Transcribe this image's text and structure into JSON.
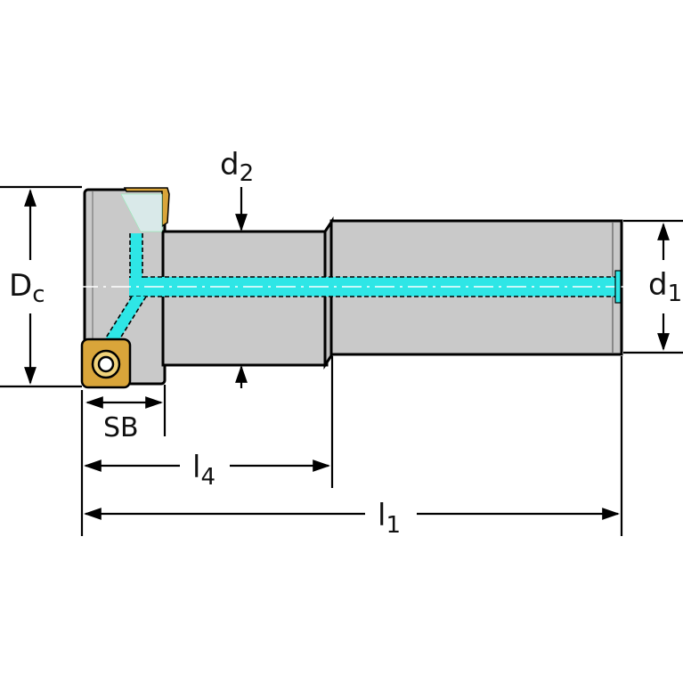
{
  "diagram": {
    "labels": {
      "dc_main": "D",
      "dc_sub": "c",
      "d1_main": "d",
      "d1_sub": "1",
      "d2_main": "d",
      "d2_sub": "2",
      "sb": "SB",
      "l4_main": "l",
      "l4_sub": "4",
      "l1_main": "l",
      "l1_sub": "1"
    },
    "colors": {
      "body": "#c9c9c9",
      "body_dark": "#b5b5b5",
      "coolant": "#2ee6e6",
      "insert": "#d9a53a",
      "insert_light": "#f0d27a",
      "line": "#000000"
    }
  }
}
